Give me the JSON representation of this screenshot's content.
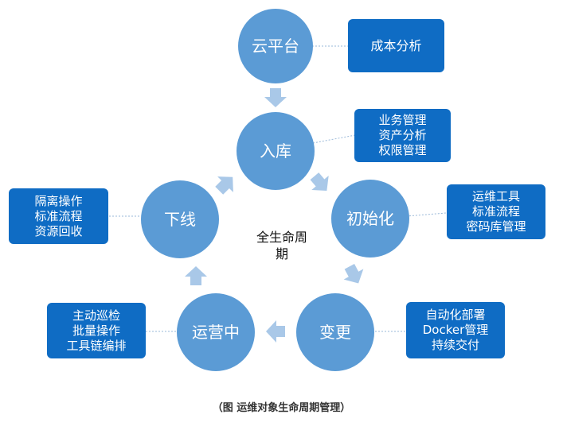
{
  "diagram": {
    "center_label": "全生命周期",
    "caption": "（图 运维对象生命周期管理）",
    "colors": {
      "circle": "#5b9bd5",
      "box": "#0f6cc4",
      "arrow": "#a9c8e8",
      "connector": "#9ab8d8"
    },
    "nodes": [
      {
        "label": "云平台",
        "notes": [
          "成本分析"
        ]
      },
      {
        "label": "入库",
        "notes": [
          "业务管理",
          "资产分析",
          "权限管理"
        ]
      },
      {
        "label": "初始化",
        "notes": [
          "运维工具",
          "标准流程",
          "密码库管理"
        ]
      },
      {
        "label": "变更",
        "notes": [
          "自动化部署",
          "Docker管理",
          "持续交付"
        ]
      },
      {
        "label": "运营中",
        "notes": [
          "主动巡检",
          "批量操作",
          "工具链编排"
        ]
      },
      {
        "label": "下线",
        "notes": [
          "隔离操作",
          "标准流程",
          "资源回收"
        ]
      }
    ]
  }
}
